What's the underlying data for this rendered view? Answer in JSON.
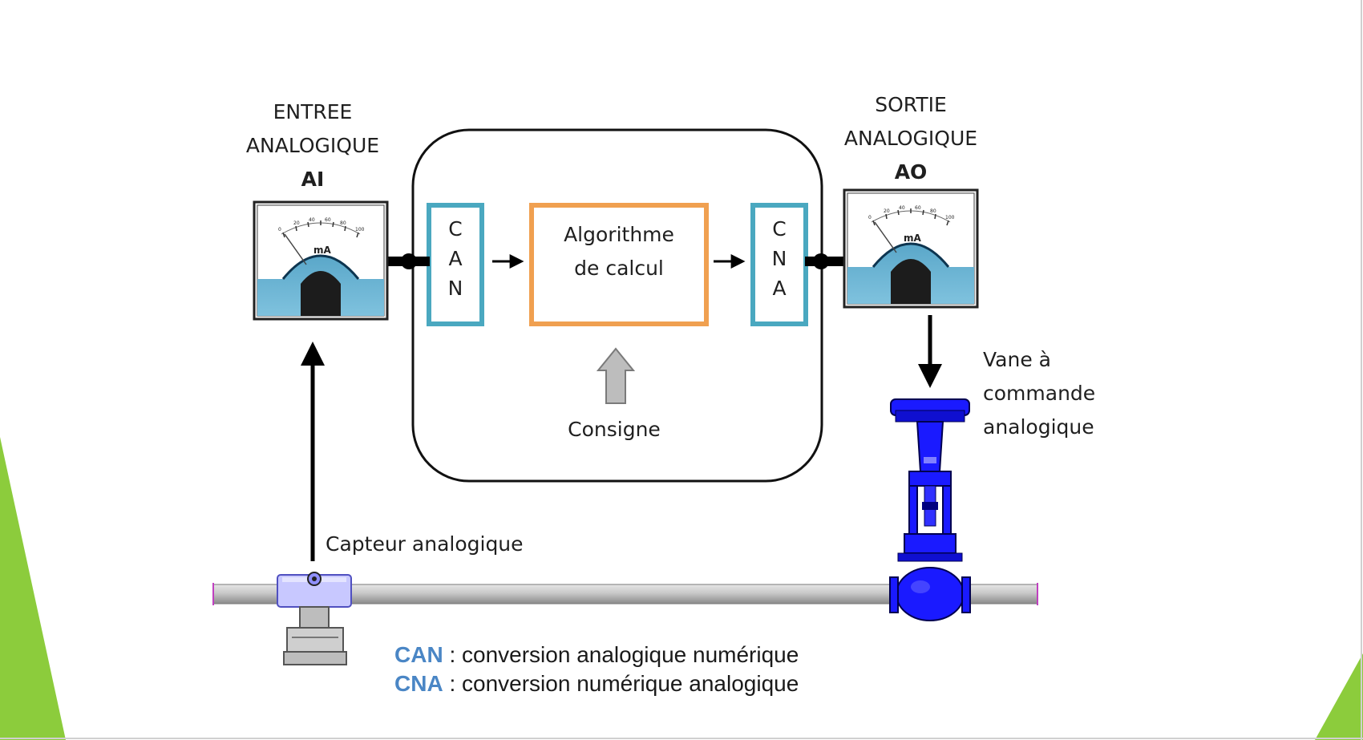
{
  "input_block": {
    "line1": "ENTREE",
    "line2": "ANALOGIQUE",
    "code": "AI",
    "meter_unit": "mA"
  },
  "output_block": {
    "line1": "SORTIE",
    "line2": "ANALOGIQUE",
    "code": "AO",
    "meter_unit": "mA"
  },
  "meter_scale": [
    "0",
    "20",
    "40",
    "60",
    "80",
    "100"
  ],
  "can_box": {
    "letters": [
      "C",
      "A",
      "N"
    ]
  },
  "cna_box": {
    "letters": [
      "C",
      "N",
      "A"
    ]
  },
  "algorithm": {
    "line1": "Algorithme",
    "line2": "de calcul"
  },
  "setpoint": "Consigne",
  "sensor_label": "Capteur analogique",
  "valve_label": {
    "line1": "Vane à",
    "line2": "commande",
    "line3": "analogique"
  },
  "legend": [
    {
      "abbr": "CAN",
      "text": " : conversion analogique numérique"
    },
    {
      "abbr": "CNA",
      "text": " : conversion numérique analogique"
    }
  ],
  "colors": {
    "converter_box": "#4aa8c0",
    "algorithm_box": "#f0a050",
    "accent_green": "#8ccc3c",
    "valve_blue": "#1a1aff",
    "abbr_blue": "#4a86c5"
  }
}
